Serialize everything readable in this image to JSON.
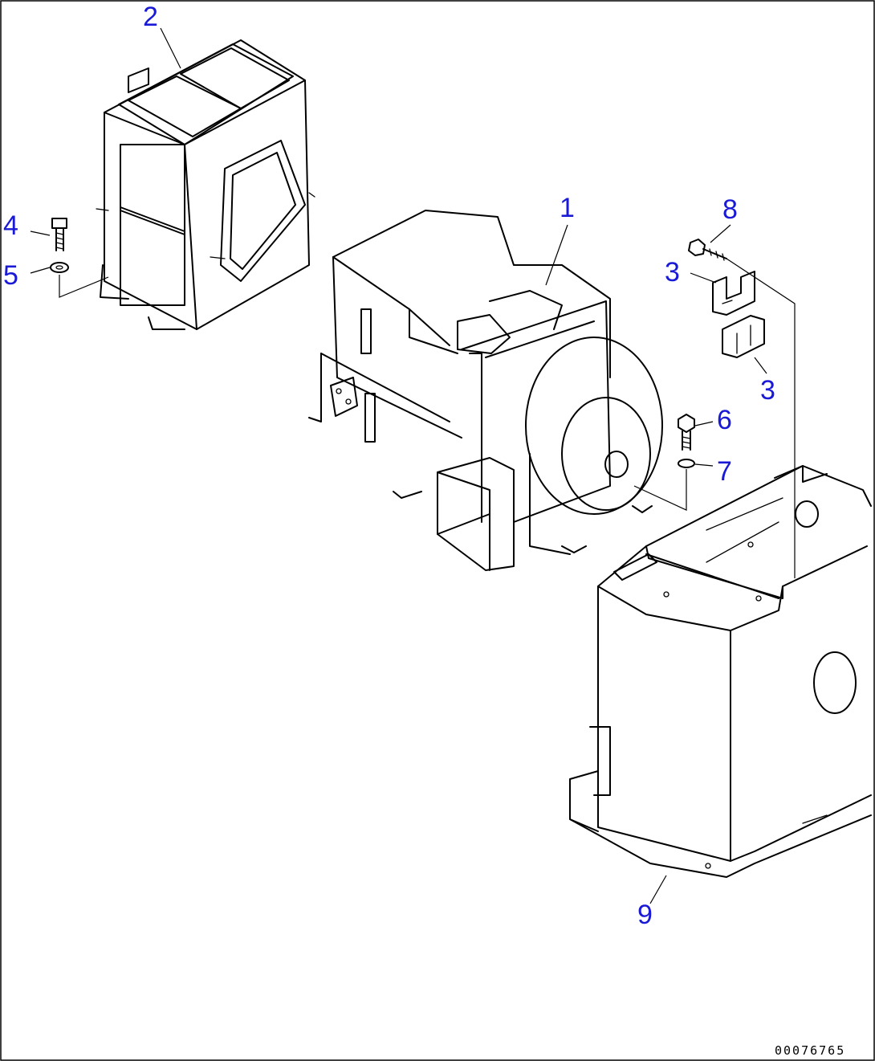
{
  "callouts": [
    {
      "id": "1",
      "label": "1"
    },
    {
      "id": "2",
      "label": "2"
    },
    {
      "id": "3a",
      "label": "3"
    },
    {
      "id": "3b",
      "label": "3"
    },
    {
      "id": "4",
      "label": "4"
    },
    {
      "id": "5",
      "label": "5"
    },
    {
      "id": "6",
      "label": "6"
    },
    {
      "id": "7",
      "label": "7"
    },
    {
      "id": "8",
      "label": "8"
    },
    {
      "id": "9",
      "label": "9"
    }
  ],
  "drawing_number": "00076765",
  "colors": {
    "callout": "#1a1ad6",
    "line": "#000000",
    "background": "#ffffff"
  }
}
